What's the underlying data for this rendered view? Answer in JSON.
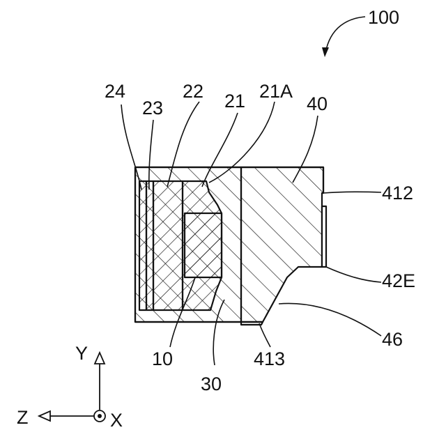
{
  "figure": {
    "reference": "100",
    "labels": {
      "l24": "24",
      "l23": "23",
      "l22": "22",
      "l21": "21",
      "l21A": "21A",
      "l40": "40",
      "l412": "412",
      "l42E": "42E",
      "l46": "46",
      "l413": "413",
      "l30": "30",
      "l10": "10"
    },
    "axes": {
      "y": "Y",
      "z": "Z",
      "x": "X"
    }
  }
}
